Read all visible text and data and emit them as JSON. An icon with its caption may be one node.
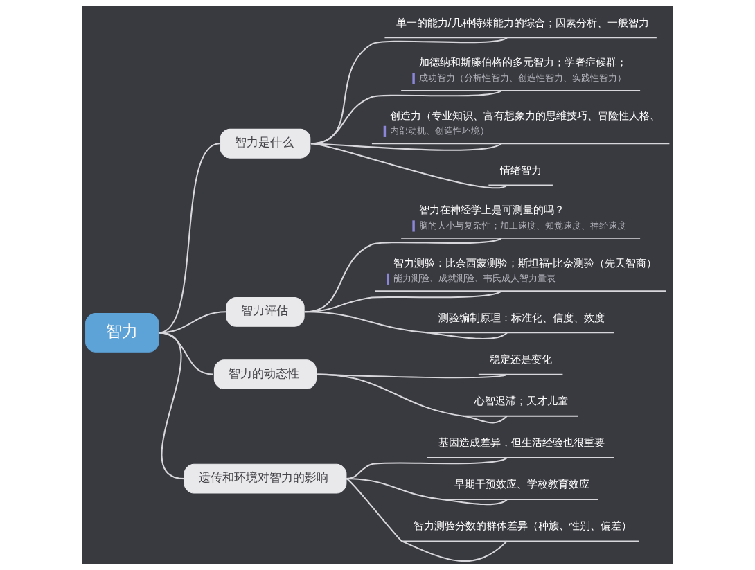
{
  "diagram": {
    "nodes": [
      {
        "text": [
          "智力"
        ]
      },
      {
        "text": [
          "智力是什么"
        ]
      },
      {
        "text": [
          "单一的能力/几种特殊能力的综合；因素分析、一般智力"
        ]
      },
      {
        "text": [
          "加德纳和斯滕伯格的多元智力；学者症候群；",
          "成功智力（分析性智力、创造性智力、实践性智力）"
        ]
      },
      {
        "text": [
          "创造力（专业知识、富有想象力的思维技巧、冒险性人格、",
          "内部动机、创造性环境）"
        ]
      },
      {
        "text": [
          "情绪智力"
        ]
      },
      {
        "text": [
          "智力评估"
        ]
      },
      {
        "text": [
          "智力在神经学上是可测量的吗？",
          "脑的大小与复杂性；加工速度、知觉速度、神经速度"
        ]
      },
      {
        "text": [
          "智力测验：比奈西蒙测验；斯坦福-比奈测验（先天智商）",
          "能力测验、成就测验、韦氏成人智力量表"
        ]
      },
      {
        "text": [
          "测验编制原理：标准化、信度、效度"
        ]
      },
      {
        "text": [
          "智力的动态性"
        ]
      },
      {
        "text": [
          "稳定还是变化"
        ]
      },
      {
        "text": [
          "心智迟滞；天才儿童"
        ]
      },
      {
        "text": [
          "遗传和环境对智力的影响"
        ]
      },
      {
        "text": [
          "基因造成差异，但生活经验也很重要"
        ]
      },
      {
        "text": [
          "早期干预效应、学校教育效应"
        ]
      },
      {
        "text": [
          "智力测验分数的群体差异（种族、性别、偏差）"
        ]
      }
    ],
    "edges": [
      {
        "from": 0,
        "to": 1,
        "arrow": "none"
      },
      {
        "from": 0,
        "to": 6,
        "arrow": "none"
      },
      {
        "from": 0,
        "to": 10,
        "arrow": "none"
      },
      {
        "from": 0,
        "to": 13,
        "arrow": "none"
      },
      {
        "from": 1,
        "to": 2,
        "arrow": "none"
      },
      {
        "from": 1,
        "to": 3,
        "arrow": "none"
      },
      {
        "from": 1,
        "to": 4,
        "arrow": "none"
      },
      {
        "from": 1,
        "to": 5,
        "arrow": "none"
      },
      {
        "from": 6,
        "to": 7,
        "arrow": "none"
      },
      {
        "from": 6,
        "to": 8,
        "arrow": "none"
      },
      {
        "from": 6,
        "to": 9,
        "arrow": "none"
      },
      {
        "from": 10,
        "to": 11,
        "arrow": "none"
      },
      {
        "from": 10,
        "to": 12,
        "arrow": "none"
      },
      {
        "from": 13,
        "to": 14,
        "arrow": "none"
      },
      {
        "from": 13,
        "to": 15,
        "arrow": "none"
      },
      {
        "from": 13,
        "to": 16,
        "arrow": "none"
      }
    ]
  }
}
